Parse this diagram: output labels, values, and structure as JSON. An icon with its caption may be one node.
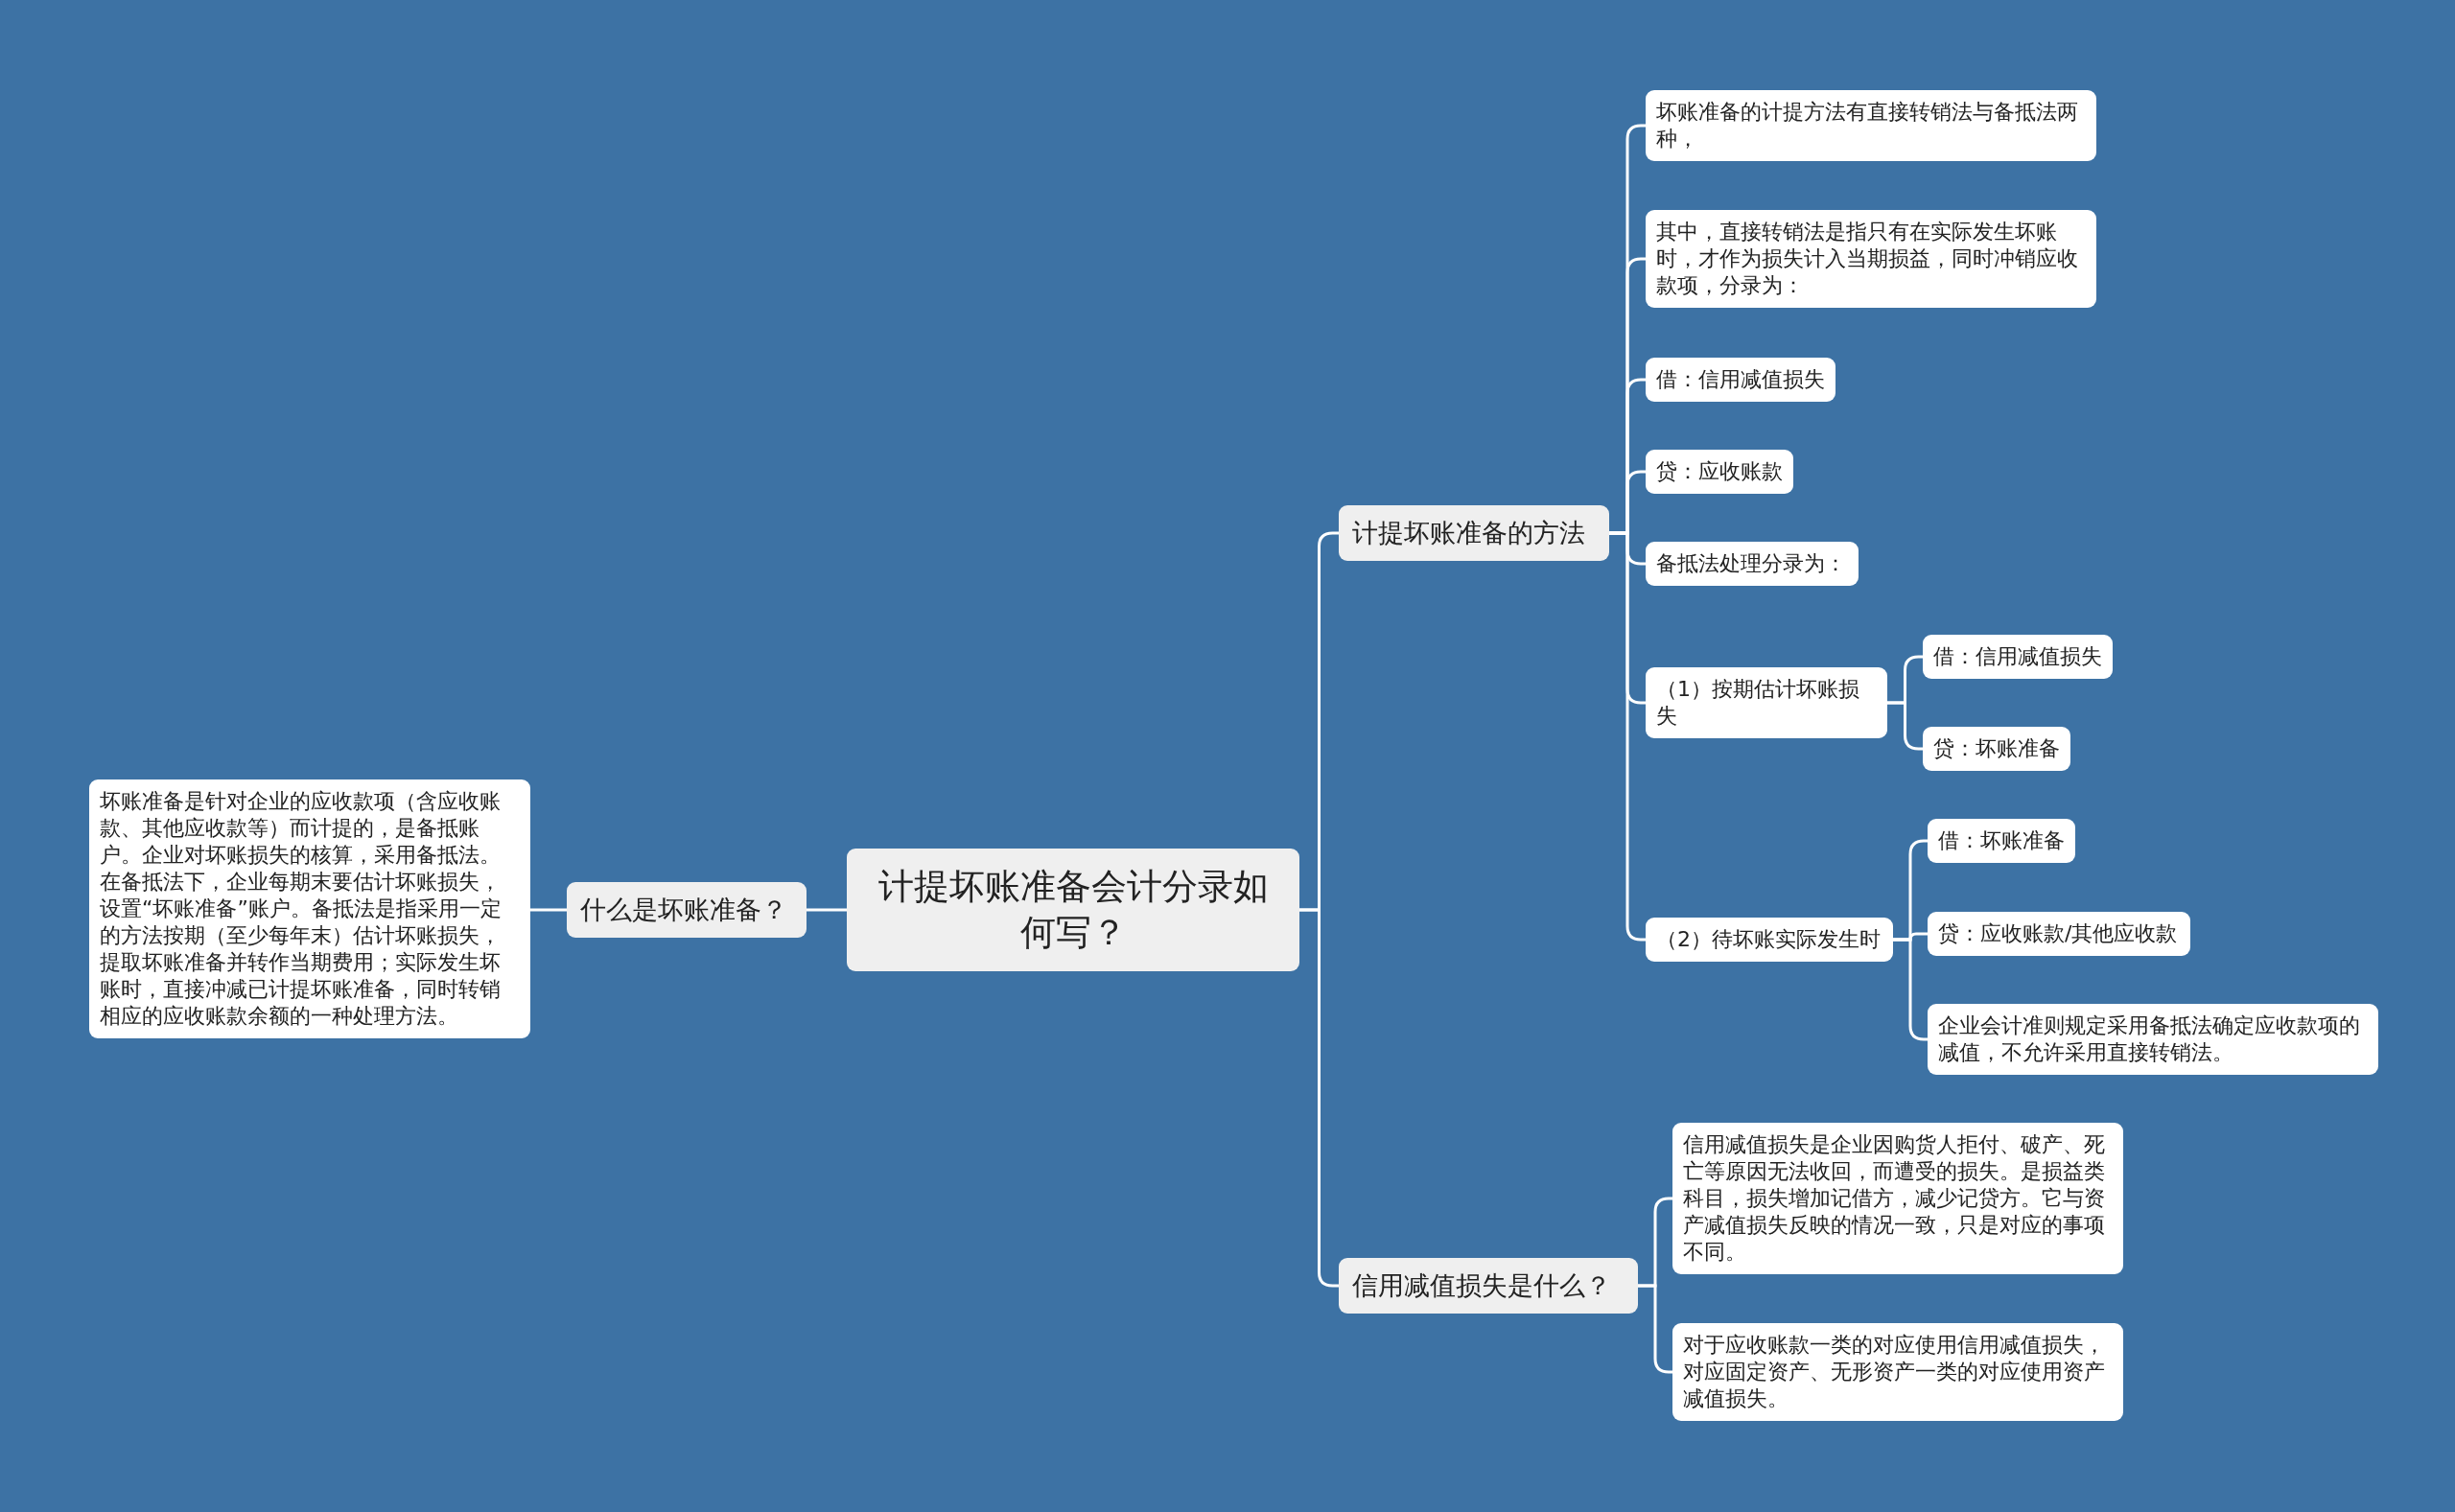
{
  "diagram": {
    "nodes": [
      {
        "text": [
          "计提坏账准备会计分录如何写？"
        ]
      },
      {
        "text": [
          "什么是坏账准备？"
        ]
      },
      {
        "text": [
          "坏账准备是针对企业的应收款项（含应收账款、其他应收款等）而计提的，是备抵账户。企业对坏账损失的核算，采用备抵法。在备抵法下，企业每期末要估计坏账损失，设置“坏账准备”账户。备抵法是指采用一定的方法按期（至少每年末）估计坏账损失，提取坏账准备并转作当期费用；实际发生坏账时，直接冲减已计提坏账准备，同时转销相应的应收账款余额的一种处理方法。"
        ]
      },
      {
        "text": [
          "计提坏账准备的方法"
        ]
      },
      {
        "text": [
          "坏账准备的计提方法有直接转销法与备抵法两种，"
        ]
      },
      {
        "text": [
          "其中，直接转销法是指只有在实际发生坏账时，才作为损失计入当期损益，同时冲销应收款项，分录为："
        ]
      },
      {
        "text": [
          "借：信用减值损失"
        ]
      },
      {
        "text": [
          "贷：应收账款"
        ]
      },
      {
        "text": [
          "备抵法处理分录为："
        ]
      },
      {
        "text": [
          "（1）按期估计坏账损失"
        ]
      },
      {
        "text": [
          "借：信用减值损失"
        ]
      },
      {
        "text": [
          "贷：坏账准备"
        ]
      },
      {
        "text": [
          "（2）待坏账实际发生时"
        ]
      },
      {
        "text": [
          "借：坏账准备"
        ]
      },
      {
        "text": [
          "贷：应收账款/其他应收款"
        ]
      },
      {
        "text": [
          "企业会计准则规定采用备抵法确定应收款项的减值，不允许采用直接转销法。"
        ]
      },
      {
        "text": [
          "信用减值损失是什么？"
        ]
      },
      {
        "text": [
          "信用减值损失是企业因购货人拒付、破产、死亡等原因无法收回，而遭受的损失。是损益类科目，损失增加记借方，减少记贷方。它与资产减值损失反映的情况一致，只是对应的事项不同。"
        ]
      },
      {
        "text": [
          "对于应收账款一类的对应使用信用减值损失，对应固定资产、无形资产一类的对应使用资产减值损失。"
        ]
      }
    ],
    "edges": [
      {
        "from": 0,
        "to": 1,
        "arrow": "none"
      },
      {
        "from": 1,
        "to": 2,
        "arrow": "none"
      },
      {
        "from": 0,
        "to": 3,
        "arrow": "none"
      },
      {
        "from": 3,
        "to": 4,
        "arrow": "none"
      },
      {
        "from": 3,
        "to": 5,
        "arrow": "none"
      },
      {
        "from": 3,
        "to": 6,
        "arrow": "none"
      },
      {
        "from": 3,
        "to": 7,
        "arrow": "none"
      },
      {
        "from": 3,
        "to": 8,
        "arrow": "none"
      },
      {
        "from": 3,
        "to": 9,
        "arrow": "none"
      },
      {
        "from": 9,
        "to": 10,
        "arrow": "none"
      },
      {
        "from": 9,
        "to": 11,
        "arrow": "none"
      },
      {
        "from": 3,
        "to": 12,
        "arrow": "none"
      },
      {
        "from": 12,
        "to": 13,
        "arrow": "none"
      },
      {
        "from": 12,
        "to": 14,
        "arrow": "none"
      },
      {
        "from": 12,
        "to": 15,
        "arrow": "none"
      },
      {
        "from": 0,
        "to": 16,
        "arrow": "none"
      },
      {
        "from": 16,
        "to": 17,
        "arrow": "none"
      },
      {
        "from": 16,
        "to": 18,
        "arrow": "none"
      }
    ]
  }
}
